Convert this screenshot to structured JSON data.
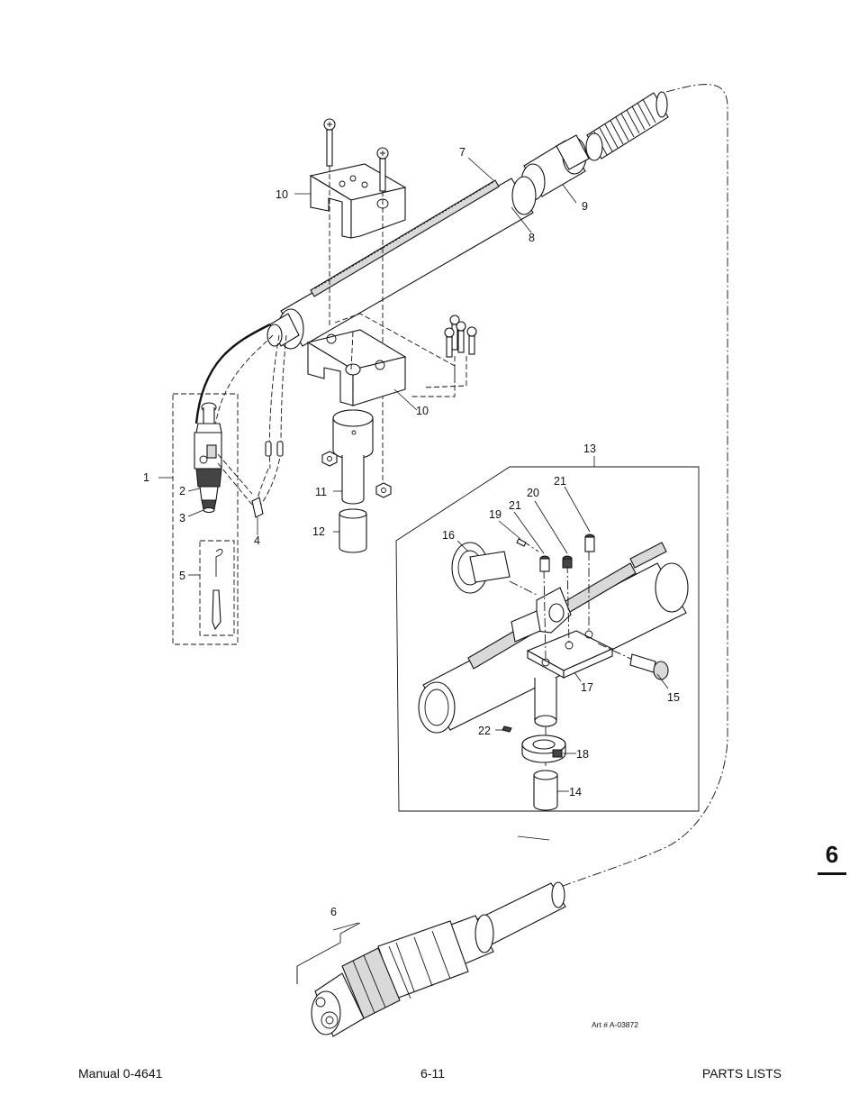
{
  "callouts": {
    "c1": "1",
    "c2": "2",
    "c3": "3",
    "c4": "4",
    "c5": "5",
    "c6": "6",
    "c7": "7",
    "c8": "8",
    "c9": "9",
    "c10a": "10",
    "c10b": "10",
    "c11": "11",
    "c12": "12",
    "c13": "13",
    "c14": "14",
    "c15": "15",
    "c16": "16",
    "c17": "17",
    "c18": "18",
    "c19": "19",
    "c20": "20",
    "c21a": "21",
    "c21b": "21",
    "c22": "22"
  },
  "art_number": "Art # A-03872",
  "footer": {
    "left": "Manual 0-4641",
    "center": "6-11",
    "right": "PARTS LISTS"
  },
  "section_tab": "6"
}
